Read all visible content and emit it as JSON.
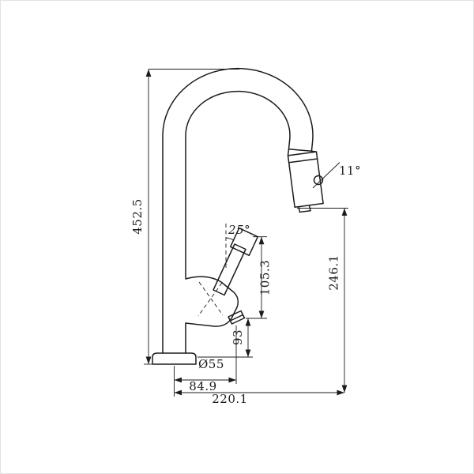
{
  "canvas": {
    "background": "#ffffff",
    "line_color": "#1c1c1c"
  },
  "labels": {
    "overall_height": "452.5",
    "spray_angle": "11°",
    "handle_angle": "25°",
    "handle_to_outlet": "105.3",
    "tip_height": "246.1",
    "outlet_height": "93",
    "base_diameter": "Ø55",
    "outlet_reach": "84.9",
    "overall_reach": "220.1"
  }
}
